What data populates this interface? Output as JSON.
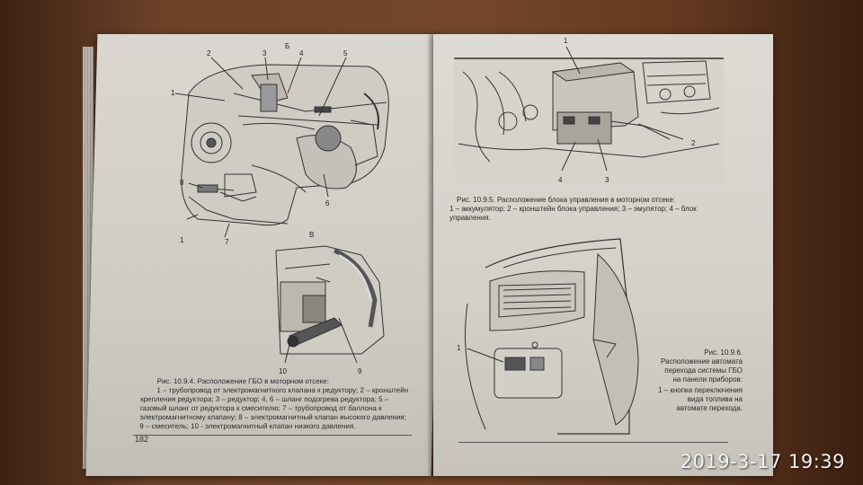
{
  "left_page": {
    "page_number": "182",
    "figure_b": {
      "view_letter": "Б",
      "callouts": [
        "1",
        "2",
        "3",
        "4",
        "5",
        "6",
        "7",
        "8",
        "1"
      ]
    },
    "figure_v": {
      "view_letter": "В",
      "callouts": [
        "10",
        "9"
      ]
    },
    "caption": {
      "title": "Рис. 10.9.4. Расположение ГБО в моторном отсеке:",
      "text": "1 – трубопровод от электромагнитного клапана к редуктору; 2 – кронштейн крепления редуктора; 3 – редуктор; 4, 6 – шланг подогрева редуктора; 5 – газовый шланг от редуктора к смесителю; 7 – трубопровод от баллона к электромагнитному клапану; 8 – электромагнитный клапан высокого давления; 9 – смеситель; 10 - электромагнитный клапан низкого давления."
    }
  },
  "right_page": {
    "figure_top": {
      "callouts": [
        "1",
        "2",
        "3",
        "4"
      ],
      "caption_title": "Рис. 10.9.5. Расположение блока управления в моторном отсеке:",
      "caption_text": "1 – аккумулятор; 2 – кронштейн блока управления; 3 – эмулятор; 4 – блок управления."
    },
    "figure_bottom": {
      "callouts": [
        "1"
      ],
      "caption_title": "Рис. 10.9.6. Расположение автомата перехода системы ГБО на панели приборов:",
      "caption_text": "1 – кнопка переключения вида топлива на автомате перехода."
    }
  },
  "photo_timestamp": "2019-3-17 19:39"
}
